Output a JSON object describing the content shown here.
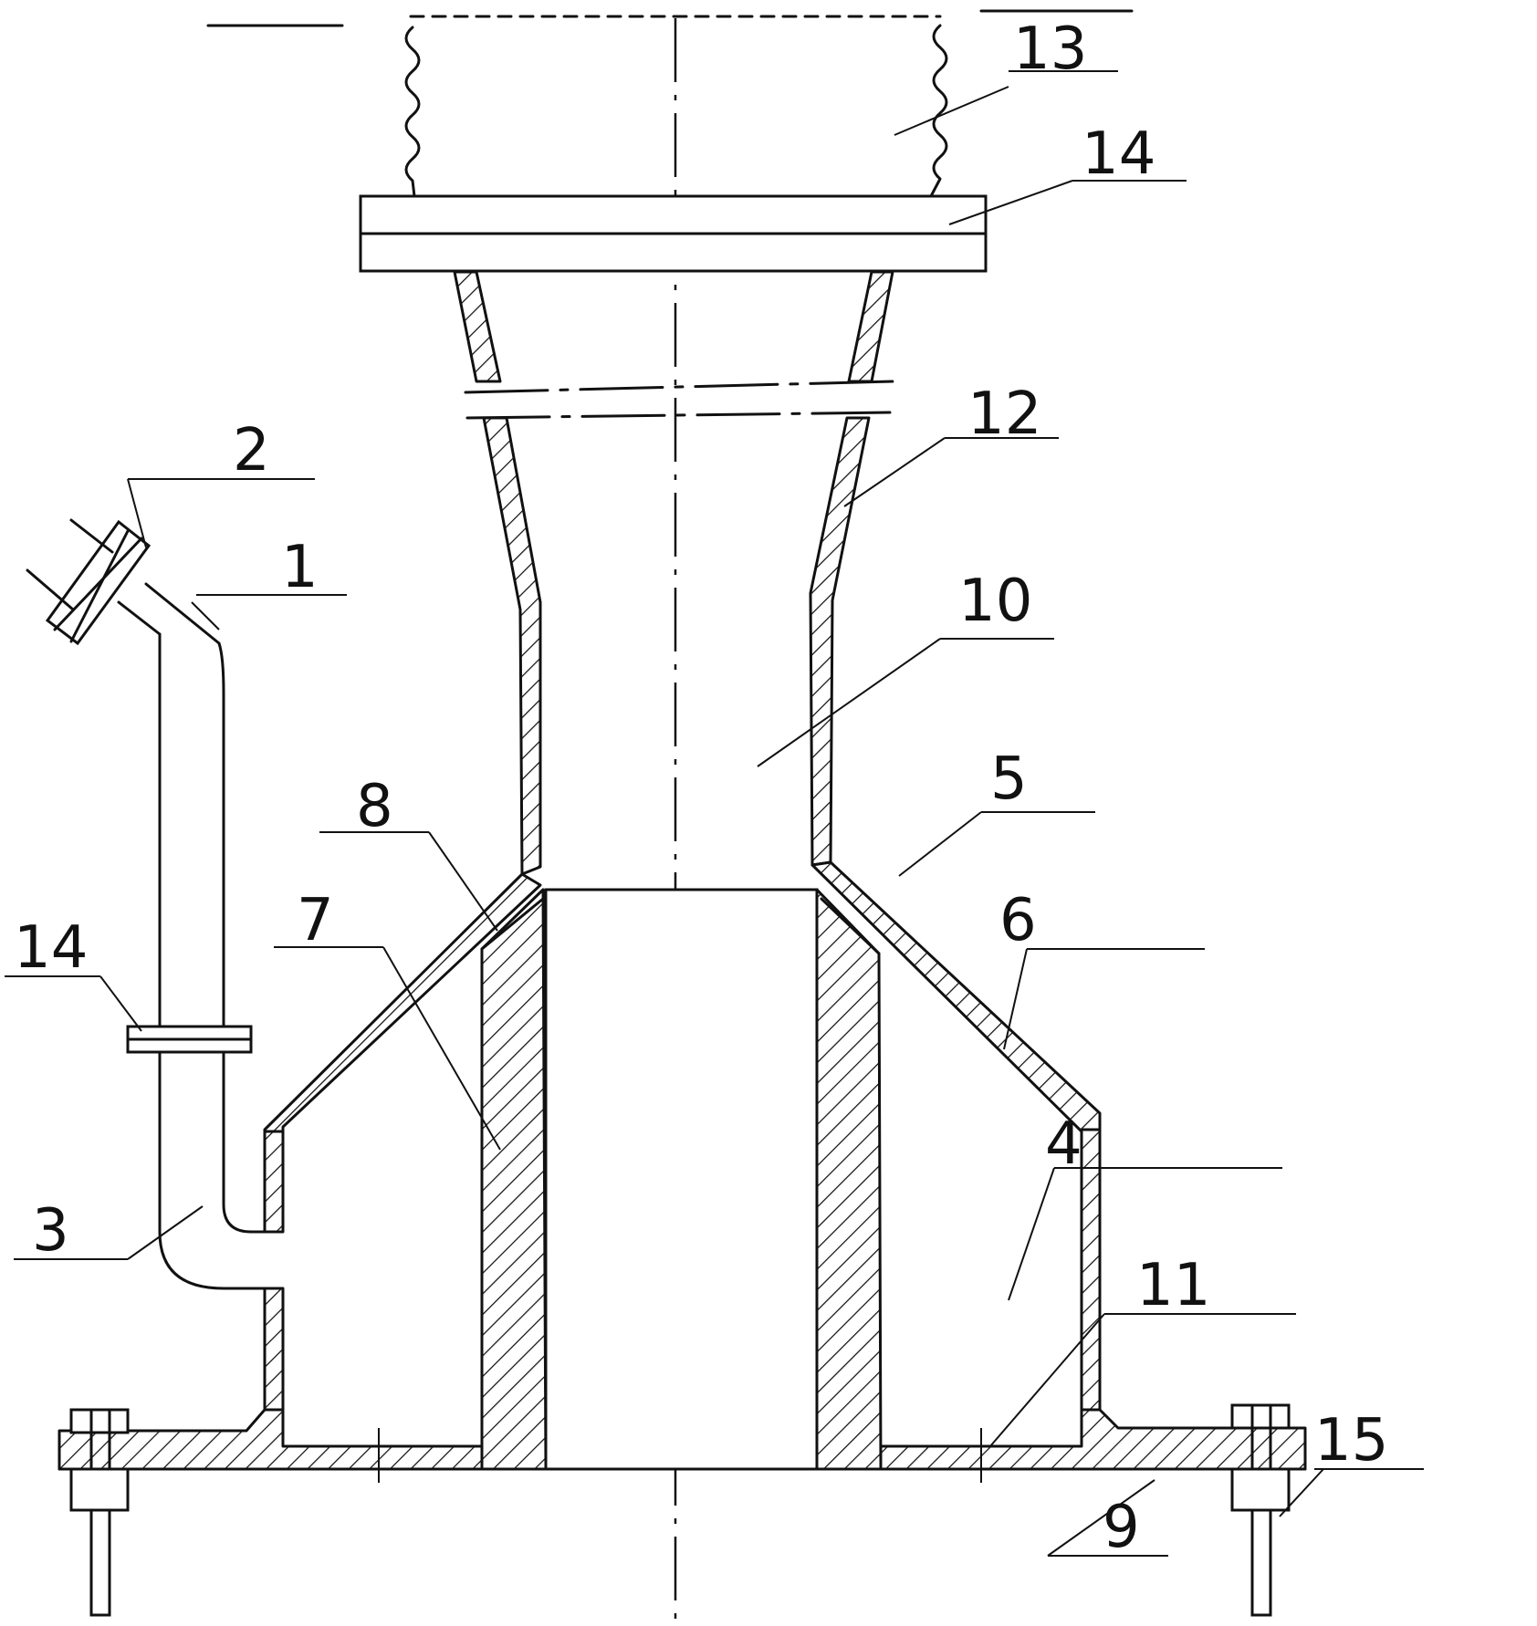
{
  "labels": {
    "l1": "1",
    "l2": "2",
    "l3": "3",
    "l4": "4",
    "l5": "5",
    "l6": "6",
    "l7": "7",
    "l8": "8",
    "l9": "9",
    "l10": "10",
    "l11": "11",
    "l12": "12",
    "l13": "13",
    "l14_top": "14",
    "l14_side": "14",
    "l15": "15"
  }
}
